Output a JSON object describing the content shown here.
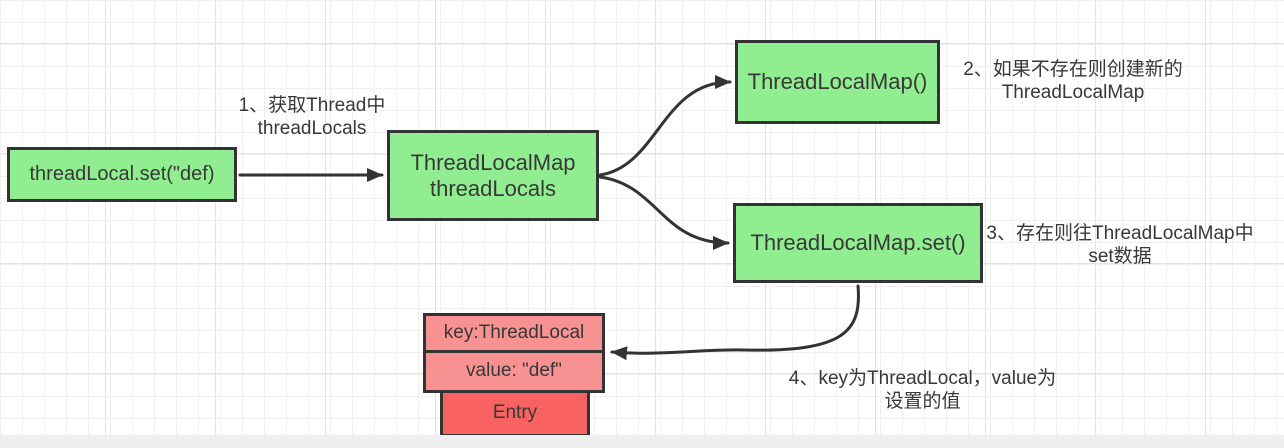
{
  "colors": {
    "canvas_bg": "#ffffff",
    "grid_minor": "#f0f0f0",
    "grid_major": "#e3e3e3",
    "border": "#333333",
    "text": "#383838",
    "node_green": "#90EE90",
    "node_salmon": "#F89191",
    "node_red": "#F96262",
    "bottom_bar": "#efefef"
  },
  "nodes": {
    "thread_local_set": {
      "label": "threadLocal.set(\"def)"
    },
    "thread_locals_map": {
      "line1": "ThreadLocalMap",
      "line2": "threadLocals"
    },
    "thread_local_map_ctor": {
      "label": "ThreadLocalMap()"
    },
    "thread_local_map_set": {
      "label": "ThreadLocalMap.set()"
    },
    "entry_key": {
      "label": "key:ThreadLocal"
    },
    "entry_value": {
      "label": "value: \"def\""
    },
    "entry": {
      "label": "Entry"
    }
  },
  "annotations": {
    "step1": {
      "line1": "1、获取Thread中",
      "line2": "threadLocals"
    },
    "step2": {
      "line1": "2、如果不存在则创建新的",
      "line2": "ThreadLocalMap"
    },
    "step3": {
      "line1": "3、存在则往ThreadLocalMap中",
      "line2": "set数据"
    },
    "step4": {
      "line1": "4、key为ThreadLocal，value为",
      "line2": "设置的值"
    }
  }
}
